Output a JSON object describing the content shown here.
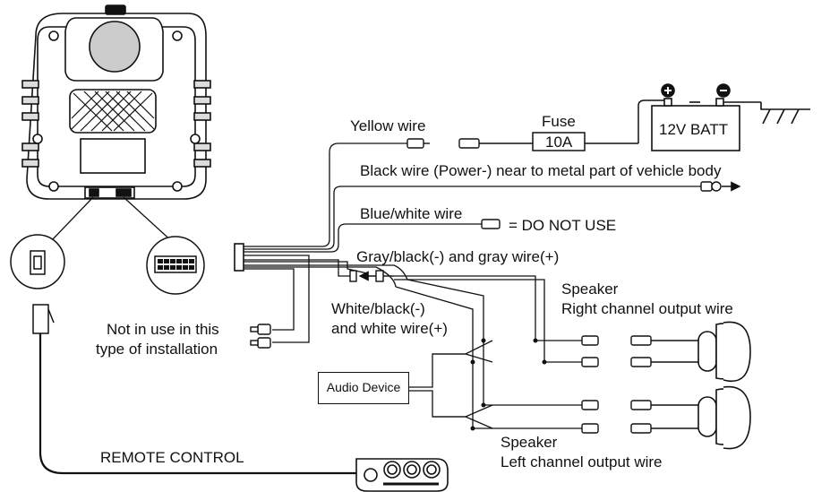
{
  "labels": {
    "yellow_wire": "Yellow wire",
    "fuse": "Fuse",
    "fuse_value": "10A",
    "battery": "12V BATT",
    "black_wire": "Black wire  (Power-)  near to metal part of vehicle body",
    "blue_white_wire": "Blue/white wire",
    "do_not_use": "= DO NOT USE",
    "gray_wires": "Gray/black(-) and gray wire(+)",
    "speaker_right_1": "Speaker",
    "speaker_right_2": "Right channel output wire",
    "white_wires_1": "White/black(-)",
    "white_wires_2": "and white wire(+)",
    "not_in_use_1": "Not in use in this",
    "not_in_use_2": "type of installation",
    "audio_device": "Audio Device",
    "speaker_left_1": "Speaker",
    "speaker_left_2": "Left channel output wire",
    "remote_control": "REMOTE CONTROL"
  },
  "colors": {
    "line": "#111111",
    "background": "#ffffff",
    "fill": "#ffffff"
  },
  "icons": {
    "battery_positive": "plus-circle-icon",
    "battery_negative": "minus-circle-icon",
    "ground": "ground-symbol-icon"
  }
}
